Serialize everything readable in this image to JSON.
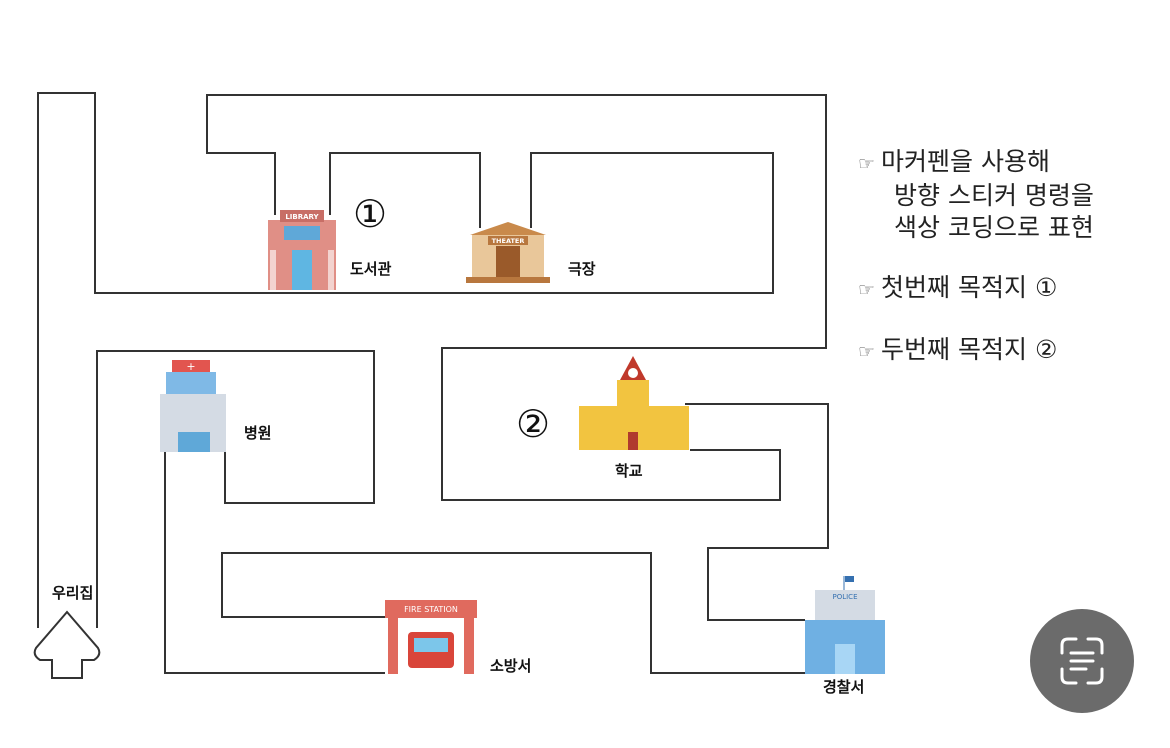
{
  "places": {
    "home": "우리집",
    "library": "도서관",
    "theater": "극장",
    "hospital": "병원",
    "school": "학교",
    "fire_station": "소방서",
    "police": "경찰서"
  },
  "signs": {
    "library": "LIBRARY",
    "theater": "THEATER",
    "fire_station": "FIRE STATION",
    "police": "POLICE"
  },
  "markers": {
    "first": "①",
    "second": "②"
  },
  "notes": {
    "instruction_lines": [
      "마커펜을 사용해",
      "방향 스티커 명령을",
      "색상 코딩으로 표현"
    ],
    "first_destination": "첫번째 목적지 ①",
    "second_destination": "두번째 목적지 ②"
  },
  "colors": {
    "road": "#333333",
    "lens_button": "#6b6b6b"
  }
}
